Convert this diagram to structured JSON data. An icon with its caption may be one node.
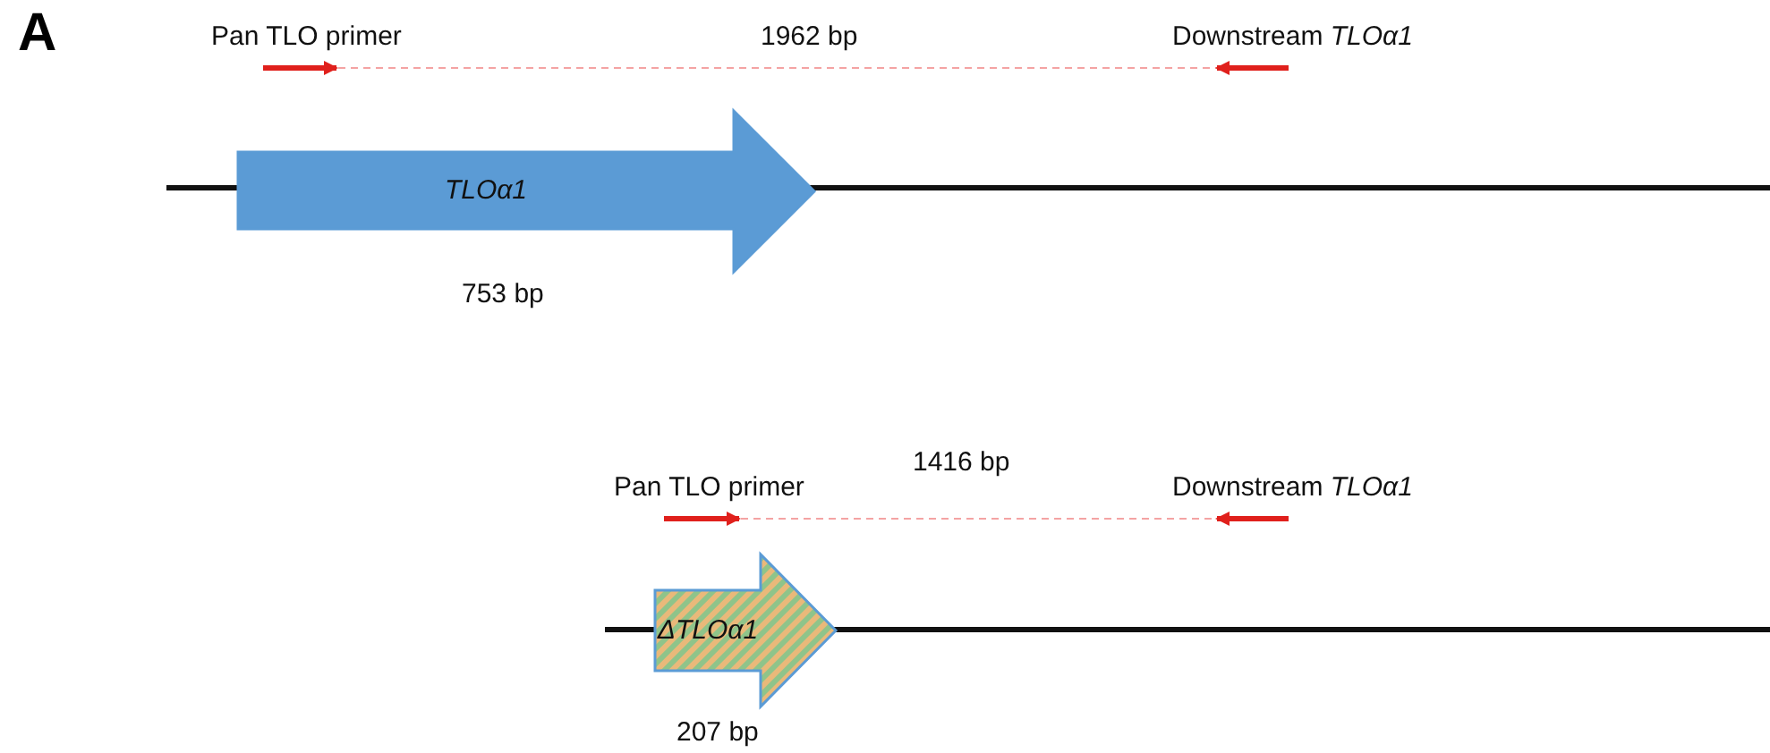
{
  "diagram": {
    "nodes": [
      {
        "text": [
          "Pan TLO primer"
        ]
      },
      {
        "text": [
          "Downstream *TLOα1*"
        ]
      },
      {
        "text": [
          "TLOα1"
        ],
        "beside": [
          "753 bp"
        ]
      },
      {
        "text": [
          "Pan TLO primer"
        ]
      },
      {
        "text": [
          "Downstream *TLOα1*"
        ]
      },
      {
        "text": [
          "ΔTLOα1"
        ],
        "beside": [
          "207 bp"
        ]
      }
    ],
    "edges": [
      {
        "from": 0,
        "to": 1,
        "arrow": "none",
        "style": "dashed",
        "color": "#f4a3a3",
        "label": "1962 bp"
      },
      {
        "from": 3,
        "to": 4,
        "arrow": "none",
        "style": "dashed",
        "color": "#f4a3a3",
        "label": "1416 bp"
      }
    ],
    "labels": [
      "A"
    ]
  }
}
